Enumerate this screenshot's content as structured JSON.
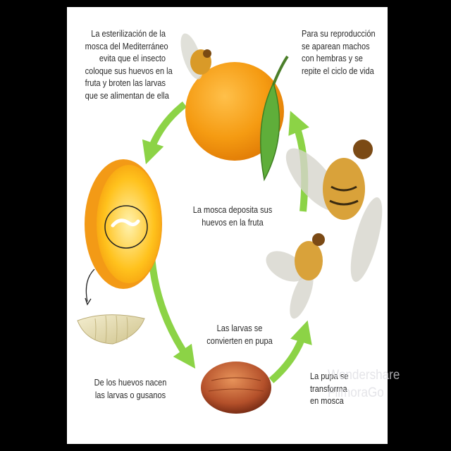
{
  "captions": {
    "sterilization": [
      "La esterilización de la",
      "mosca del Mediterráneo",
      "evita que el insecto",
      "coloque sus huevos en la",
      "fruta y broten las larvas",
      "que se alimentan de ella"
    ],
    "reproduction": [
      "Para su reproducción",
      "se aparean machos",
      "con hembras y se",
      "repite el ciclo de vida"
    ],
    "deposit": [
      "La mosca deposita sus",
      "huevos en la fruta"
    ],
    "larvae_pupa": [
      "Las larvas se",
      "convierten en pupa"
    ],
    "eggs_hatch": [
      "De los huevos nacen",
      "las larvas o gusanos"
    ],
    "pupa_fly": [
      "La pupa se",
      "transforma",
      "en mosca"
    ]
  },
  "watermark": [
    "Wondershare",
    "FilmoraGo"
  ],
  "colors": {
    "arrow": "#8cd346",
    "orange": "#f5a21c",
    "background": "#ffffff",
    "letterbox": "#000000"
  }
}
